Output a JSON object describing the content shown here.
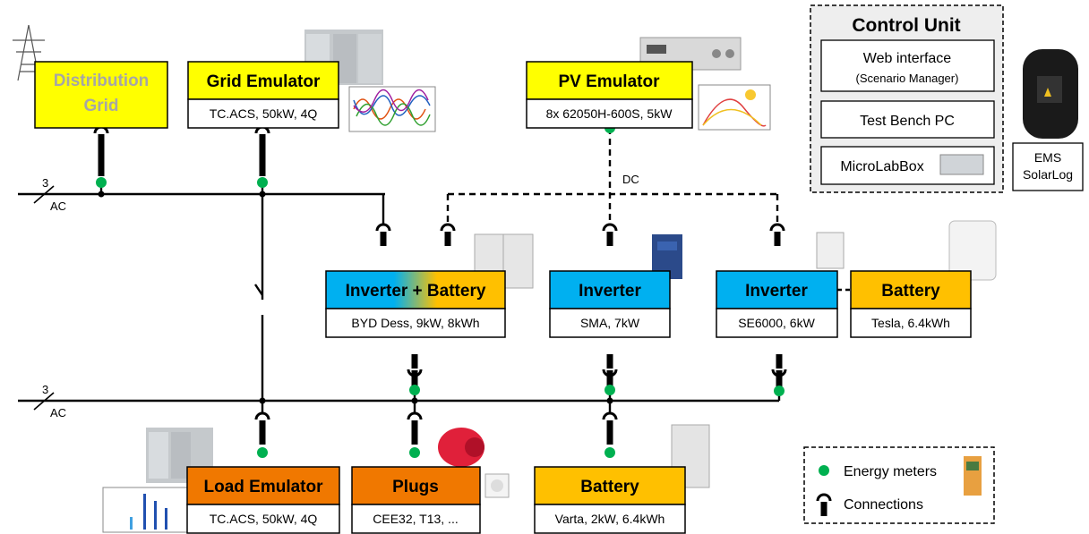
{
  "colors": {
    "yellow": "#ffff00",
    "orange": "#f07800",
    "amber": "#ffc000",
    "blue": "#00b0f0",
    "meter_green": "#00b050",
    "grey_text": "#a6a6a6",
    "control_bg": "#eeeeee"
  },
  "buses": {
    "upper": {
      "count": "3",
      "type": "AC"
    },
    "lower": {
      "count": "3",
      "type": "AC"
    },
    "dc_label": "DC"
  },
  "boxes": {
    "distribution_grid": {
      "title_line1": "Distribution",
      "title_line2": "Grid"
    },
    "grid_emulator": {
      "title": "Grid Emulator",
      "spec": "TC.ACS, 50kW, 4Q"
    },
    "pv_emulator": {
      "title": "PV Emulator",
      "spec": "8x 62050H-600S, 5kW"
    },
    "inverter_battery": {
      "title": "Inverter + Battery",
      "spec": "BYD Dess, 9kW, 8kWh"
    },
    "inverter_sma": {
      "title": "Inverter",
      "spec": "SMA, 7kW"
    },
    "inverter_se": {
      "title": "Inverter",
      "spec": "SE6000, 6kW"
    },
    "battery_tesla": {
      "title": "Battery",
      "spec": "Tesla, 6.4kWh"
    },
    "load_emulator": {
      "title": "Load Emulator",
      "spec": "TC.ACS, 50kW, 4Q"
    },
    "plugs": {
      "title": "Plugs",
      "spec": "CEE32, T13, ..."
    },
    "battery_varta": {
      "title": "Battery",
      "spec": "Varta, 2kW, 6.4kWh"
    }
  },
  "control_unit": {
    "title": "Control Unit",
    "web_line1": "Web interface",
    "web_line2": "(Scenario Manager)",
    "test_bench": "Test Bench PC",
    "microlabbox": "MicroLabBox"
  },
  "ems": {
    "line1": "EMS",
    "line2": "SolarLog"
  },
  "legend": {
    "meters": "Energy meters",
    "connections": "Connections"
  },
  "icons": [
    "transmission-tower-icon",
    "cabinet-photo",
    "sine-waves-plot",
    "power-supply-photo",
    "pv-curve-plot",
    "ems-device-photo",
    "microlabbox-photo",
    "battery-cabinet-photo",
    "sma-inverter-photo",
    "solaredge-inverter-photo",
    "tesla-powerwall-photo",
    "cee-socket-photo",
    "schuko-socket-photo",
    "varta-battery-photo",
    "load-spectrum-plot",
    "energy-meter-photo"
  ]
}
